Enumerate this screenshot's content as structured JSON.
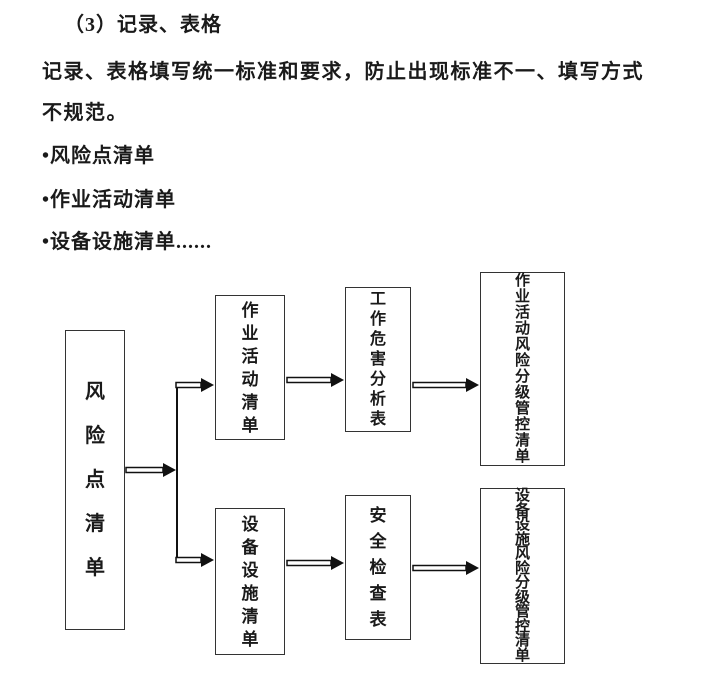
{
  "page": {
    "heading": "（3）记录、表格",
    "paragraph_lines": [
      "记录、表格填写统一标准和要求，防止出现标准不一、填写方式",
      "不规范。"
    ],
    "bullets": [
      "•风险点清单",
      "•作业活动清单",
      "•设备设施清单......"
    ]
  },
  "diagram": {
    "nodes": {
      "risk_point_list": "风险点清单",
      "job_activity_list": "作业活动清单",
      "job_hazard_analysis": "工作危害分析表",
      "job_activity_risk_control": "作业活动风险分级管控清单",
      "equipment_list": "设备设施清单",
      "safety_checklist": "安全检查表",
      "equipment_risk_control": "设备设施风险分级管控清单"
    }
  },
  "colors": {
    "text": "#1a1a1a",
    "border": "#333333",
    "ink": "#111111",
    "background": "#ffffff"
  }
}
